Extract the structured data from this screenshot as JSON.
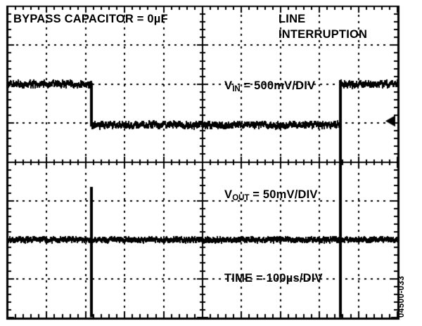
{
  "figure": {
    "id_label": "04500-033",
    "domain": "oscilloscope-capture"
  },
  "annotations": {
    "bypass_capacitor": "BYPASS CAPACITOR = 0µF",
    "line_interruption_line1": "LINE",
    "line_interruption_line2": "INTERRUPTION",
    "vin_prefix": "V",
    "vin_subscript": "IN",
    "vin_value": " = 500mV/DIV",
    "vout_prefix": "V",
    "vout_subscript": "OUT",
    "vout_value": " = 50mV/DIV",
    "time_label": "TIME = 100µs/DIV"
  },
  "colors": {
    "trace": "#000000",
    "graticule": "#000000",
    "background": "#ffffff"
  },
  "chart_data": {
    "type": "line",
    "title": "Line interruption response with 0µF bypass capacitor",
    "xlabel": "TIME = 100µs/DIV",
    "grid": true,
    "legend": "none",
    "divisions": {
      "x": 10,
      "y": 8
    },
    "scales": {
      "time_per_div": "100µs",
      "vin_per_div": "500mV",
      "vout_per_div": "50mV"
    },
    "series": [
      {
        "name": "VIN",
        "ylabel": "V_IN = 500mV/DIV",
        "units": "mV",
        "points": [
          {
            "t_div": 0.0,
            "v_div": 0.0
          },
          {
            "t_div": 2.12,
            "v_div": 0.0
          },
          {
            "t_div": 2.14,
            "v_div": -1.05
          },
          {
            "t_div": 8.51,
            "v_div": -1.05
          },
          {
            "t_div": 8.53,
            "v_div": 0.0
          },
          {
            "t_div": 10.0,
            "v_div": 0.0
          }
        ],
        "noise_amplitude_div": 0.06,
        "description": "Input voltage drops one division (500mV) during line interruption, recovers at end"
      },
      {
        "name": "VOUT",
        "ylabel": "V_OUT = 50mV/DIV",
        "units": "mV",
        "points": [
          {
            "t_div": 0.0,
            "v_div": 0.0
          },
          {
            "t_div": 2.12,
            "v_div": 0.0
          },
          {
            "t_div": 2.13,
            "v_div": 1.3
          },
          {
            "t_div": 2.15,
            "v_div": 0.0
          },
          {
            "t_div": 8.51,
            "v_div": 0.0
          },
          {
            "t_div": 8.52,
            "v_div": 1.3
          },
          {
            "t_div": 8.54,
            "v_div": 0.0
          },
          {
            "t_div": 10.0,
            "v_div": 0.0
          }
        ],
        "noise_amplitude_div": 0.04,
        "description": "Output shows narrow transient spikes coincident with the input edges, otherwise flat"
      }
    ],
    "markers": [
      {
        "name": "vin-ground-marker",
        "edge": "right",
        "v_div": -0.6,
        "glyph": "left-triangle"
      }
    ]
  }
}
